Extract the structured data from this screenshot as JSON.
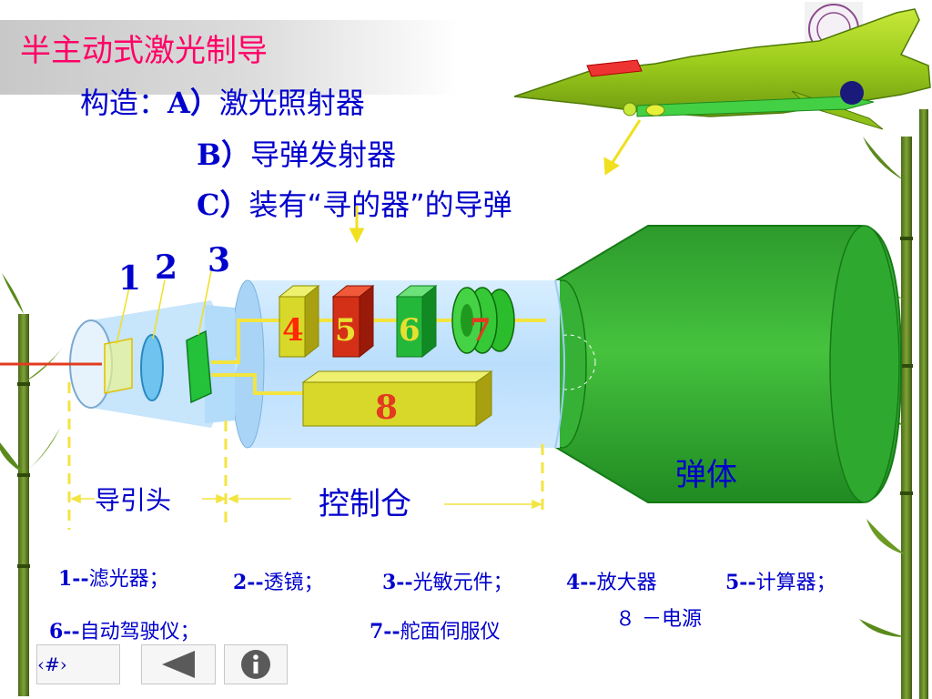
{
  "title": "半主动式激光制导",
  "structure": {
    "label": "构造：",
    "items": [
      {
        "letter": "A）",
        "text": "激光照射器"
      },
      {
        "letter": "B）",
        "text": "导弹发射器"
      },
      {
        "letter": "C）",
        "text": "装有“寻的器”的导弹"
      }
    ]
  },
  "diagram": {
    "part_numbers": [
      "1",
      "2",
      "3",
      "4",
      "5",
      "6",
      "7",
      "8"
    ],
    "sections": {
      "seeker": "导引头",
      "control": "控制仓",
      "body": "弹体"
    }
  },
  "legend": [
    {
      "num": "1--",
      "name": "滤光器；"
    },
    {
      "num": "2--",
      "name": "透镜；"
    },
    {
      "num": "3--",
      "name": "光敏元件；"
    },
    {
      "num": "4--",
      "name": "放大器"
    },
    {
      "num": "5--",
      "name": "计算器；"
    },
    {
      "num": "",
      "name": "８ －电源"
    },
    {
      "num": "6--",
      "name": "自动驾驶仪；"
    },
    {
      "num": "7--",
      "name": "舵面伺服仪"
    }
  ],
  "nav": {
    "slide_marker": "‹#›"
  },
  "colors": {
    "title": "#ff0066",
    "text": "#0000cc",
    "missile": "#22aa22",
    "cabin": "#bfe4ff"
  }
}
